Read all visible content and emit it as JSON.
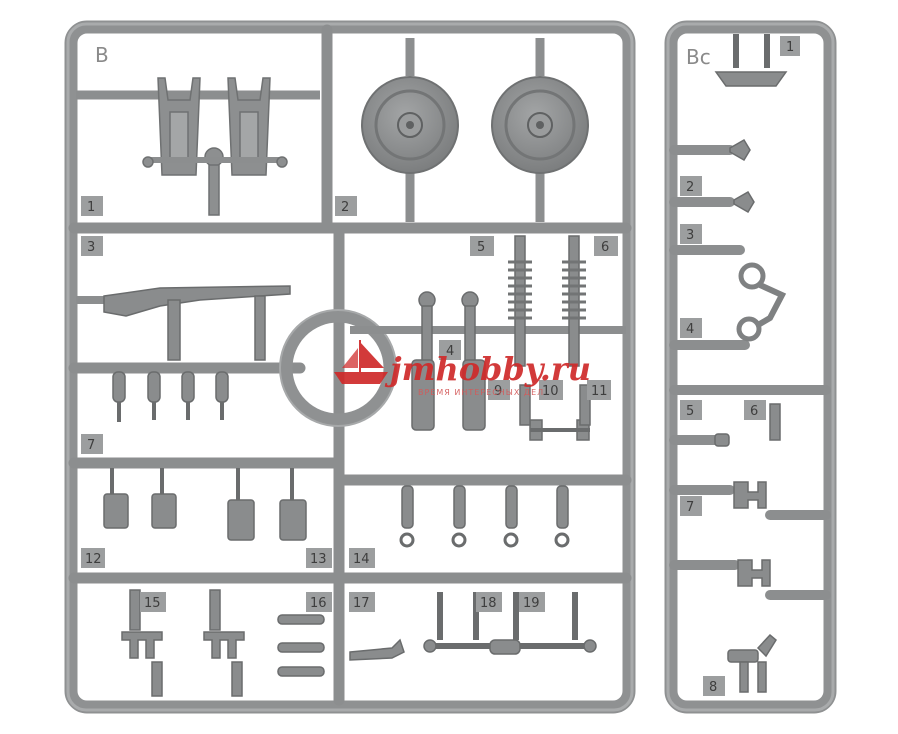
{
  "sprue_main": {
    "letter": "B",
    "labels": {
      "n1": "1",
      "n2": "2",
      "n3": "3",
      "n4": "4",
      "n5": "5",
      "n6": "6",
      "n7": "7",
      "n9": "9",
      "n10": "10",
      "n11": "11",
      "n12": "12",
      "n13": "13",
      "n14": "14",
      "n15": "15",
      "n16": "16",
      "n17": "17",
      "n18": "18",
      "n19": "19"
    }
  },
  "sprue_side": {
    "letter": "Bc",
    "labels": {
      "s1": "1",
      "s2": "2",
      "s3": "3",
      "s4": "4",
      "s5": "5",
      "s6": "6",
      "s7": "7",
      "s8": "8"
    }
  },
  "watermark": {
    "text": "jmhobby.ru",
    "subtext": "ВРЕМЯ ИНТЕРЕСНЫХ ДЕЛ"
  },
  "colors": {
    "plastic": "#8f9192",
    "plastic_dark": "#6f7172",
    "plastic_light": "#a9abac",
    "background": "#ffffff",
    "watermark": "#cf2a2a"
  }
}
